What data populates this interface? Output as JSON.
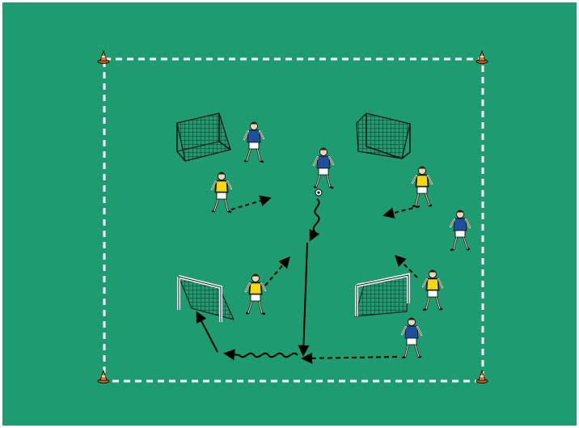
{
  "colors": {
    "pitch": "#1f9b72",
    "boundary": "#ffffff",
    "arrow": "#000000",
    "team_blue": "#1f4e9c",
    "bib_yellow": "#f5d80f",
    "cone": "#e07a2d",
    "net": "#111111"
  },
  "diagram": {
    "cones": [
      "cone-top-left",
      "cone-top-right",
      "cone-bottom-left",
      "cone-bottom-right"
    ],
    "goals": [
      "goal-top-left",
      "goal-top-right",
      "goal-bottom-left",
      "goal-bottom-right"
    ],
    "players": [
      {
        "id": "blue-top-left",
        "team": "blue"
      },
      {
        "id": "blue-center-with-ball",
        "team": "blue"
      },
      {
        "id": "blue-right",
        "team": "blue"
      },
      {
        "id": "blue-bottom-right",
        "team": "blue"
      },
      {
        "id": "yellow-left",
        "team": "yellow"
      },
      {
        "id": "yellow-top-right",
        "team": "yellow"
      },
      {
        "id": "yellow-bottom-left",
        "team": "yellow"
      },
      {
        "id": "yellow-bottom-right",
        "team": "yellow"
      }
    ],
    "movements": [
      {
        "type": "run",
        "style": "dashed"
      },
      {
        "type": "dribble",
        "style": "wavy"
      },
      {
        "type": "pass",
        "style": "solid"
      },
      {
        "type": "shot",
        "style": "solid"
      }
    ]
  }
}
